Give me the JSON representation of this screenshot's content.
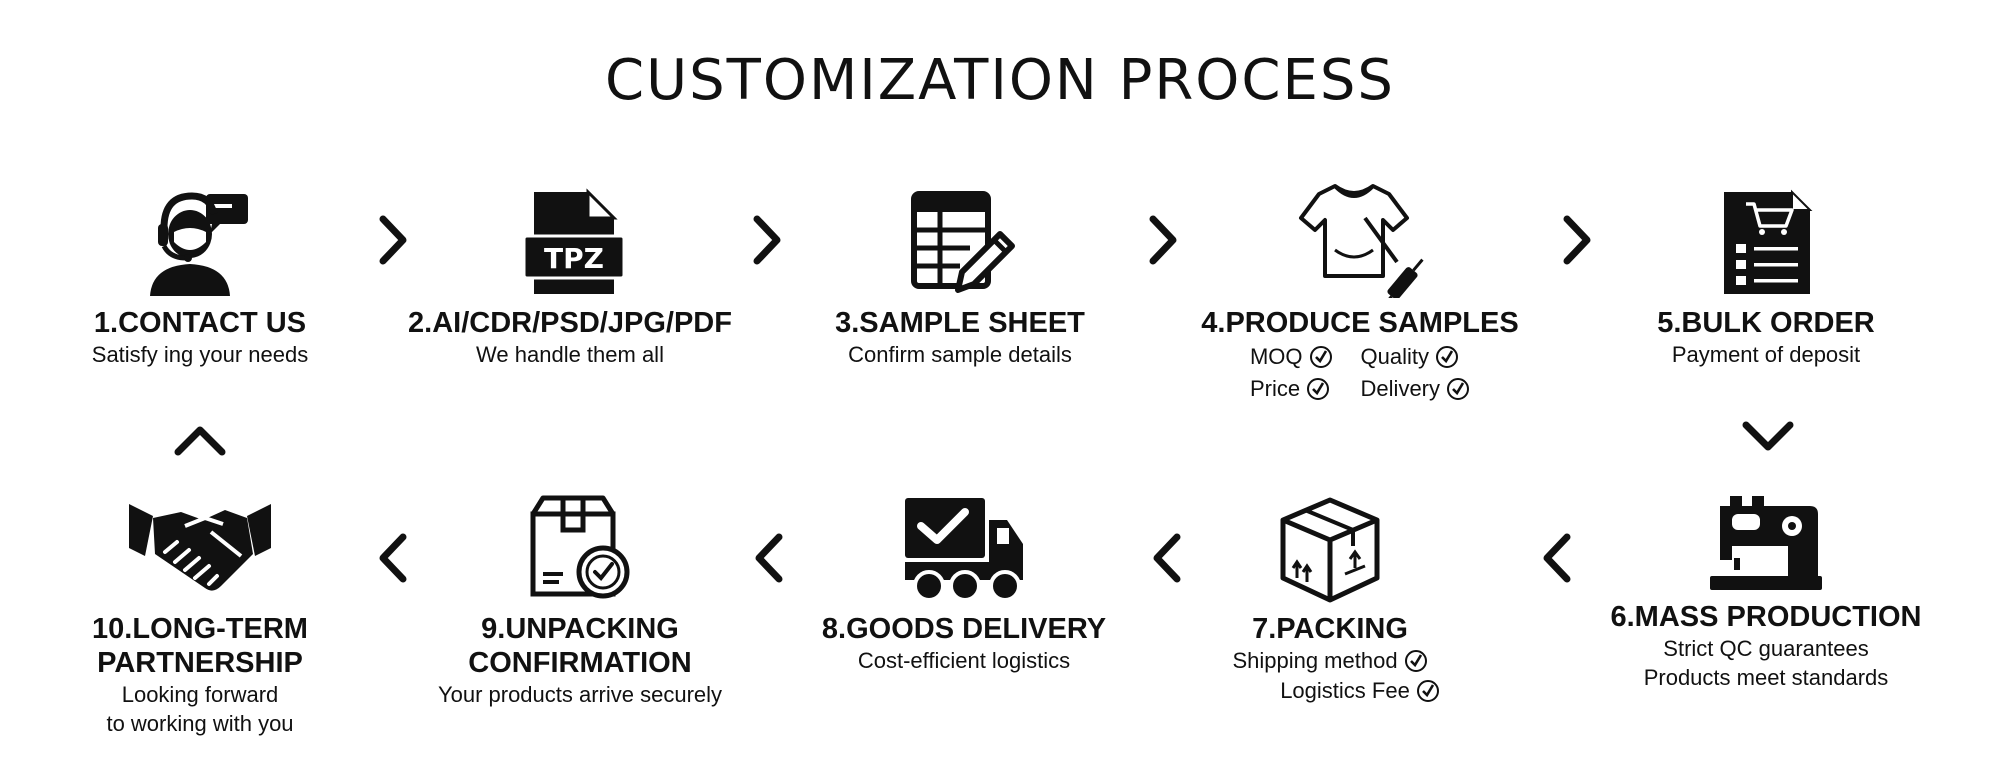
{
  "title": "CUSTOMIZATION PROCESS",
  "steps": [
    {
      "title": "1.CONTACT US",
      "subtitle": "Satisfy ing your needs",
      "icon": "customer-service-agent-icon"
    },
    {
      "title": "2.AI/CDR/PSD/JPG/PDF",
      "subtitle": "We handle them all",
      "icon": "tpz-file-icon",
      "file_label": "TPZ"
    },
    {
      "title": "3.SAMPLE SHEET",
      "subtitle": "Confirm sample details",
      "icon": "spreadsheet-pencil-icon"
    },
    {
      "title": "4.PRODUCE SAMPLES",
      "icon": "tshirt-sewing-icon",
      "checks": [
        "MOQ",
        "Quality",
        "Price",
        "Delivery"
      ]
    },
    {
      "title": "5.BULK ORDER",
      "subtitle": "Payment of deposit",
      "icon": "cart-document-icon"
    },
    {
      "title": "6.MASS PRODUCTION",
      "subtitle_lines": [
        "Strict QC guarantees",
        "Products meet standards"
      ],
      "icon": "sewing-machine-icon"
    },
    {
      "title": "7.PACKING",
      "icon": "box-icon",
      "checks": [
        "Shipping method",
        "Logistics Fee"
      ]
    },
    {
      "title": "8.GOODS DELIVERY",
      "subtitle": "Cost-efficient logistics",
      "icon": "delivery-truck-icon"
    },
    {
      "title_lines": [
        "9.UNPACKING",
        "CONFIRMATION"
      ],
      "subtitle": "Your products arrive securely",
      "icon": "box-check-icon"
    },
    {
      "title_lines": [
        "10.LONG-TERM",
        "PARTNERSHIP"
      ],
      "subtitle_lines": [
        "Looking forward",
        "to working with you"
      ],
      "icon": "handshake-icon"
    }
  ],
  "colors": {
    "ink": "#111111",
    "background": "#ffffff"
  }
}
